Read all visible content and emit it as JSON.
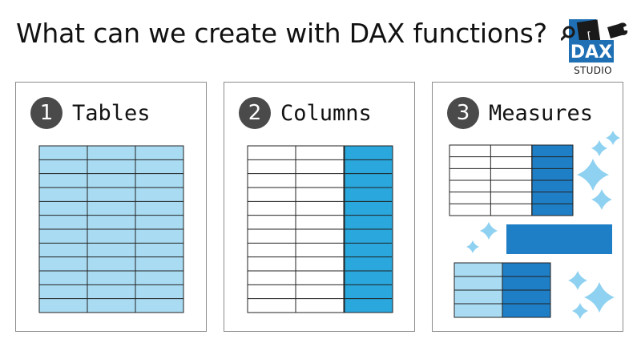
{
  "title": "What can we create with DAX functions?",
  "logo": {
    "text": "DAX",
    "subtitle": "STUDIO",
    "icon": "dax-studio-logo"
  },
  "panels": [
    {
      "number": "1",
      "label": "Tables"
    },
    {
      "number": "2",
      "label": "Columns"
    },
    {
      "number": "3",
      "label": "Measures"
    }
  ],
  "colors": {
    "light_blue": "#a9dcf2",
    "mid_blue": "#2aa7dc",
    "dark_blue": "#1f7fc6",
    "sparkle": "#8fd1f0",
    "circle": "#4a4a4a",
    "border": "#8c8c8c"
  }
}
